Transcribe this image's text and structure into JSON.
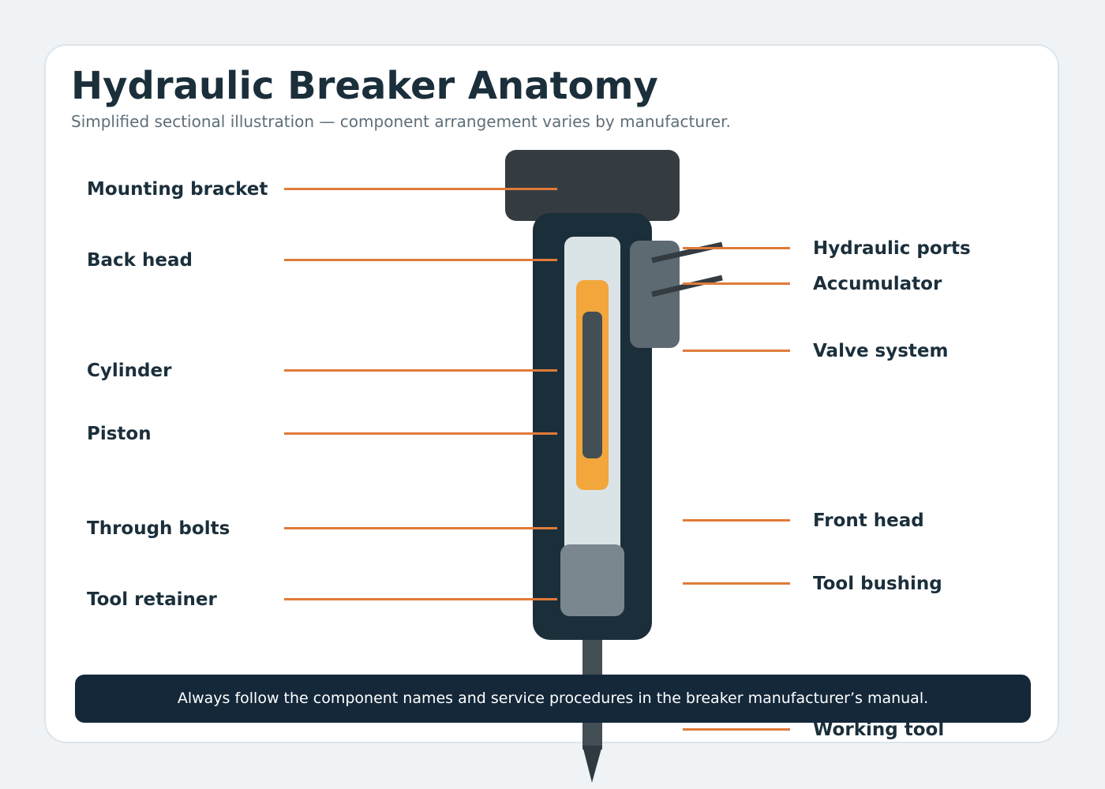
{
  "header": {
    "title": "Hydraulic Breaker Anatomy",
    "subtitle": "Simplified sectional illustration — component arrangement varies by manufacturer."
  },
  "labels": {
    "left": [
      "Mounting bracket",
      "Back head",
      "Cylinder",
      "Piston",
      "Through bolts",
      "Tool retainer"
    ],
    "right": [
      "Hydraulic ports",
      "Accumulator",
      "Valve system",
      "Front head",
      "Tool bushing",
      "Working tool"
    ]
  },
  "footer": {
    "note": "Always follow the component names and service procedures in the breaker manufacturer’s manual."
  },
  "colors": {
    "accent": "#e07b39",
    "piston": "#f2a63c",
    "body": "#1b2f3b",
    "banner": "#14283a"
  }
}
